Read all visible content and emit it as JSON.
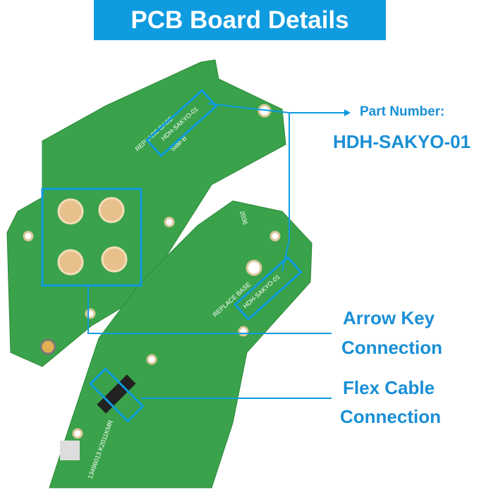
{
  "banner": {
    "title": "PCB Board Details"
  },
  "callouts": {
    "part_number_label": "Part Number:",
    "part_number_value": "HDH-SAKYO-01",
    "arrow_key_line1": "Arrow Key",
    "arrow_key_line2": "Connection",
    "flex_line1": "Flex Cable",
    "flex_line2": "Connection"
  },
  "board_silkscreen": {
    "top_part": "HDH-SAKYO-01",
    "top_brand": "REPLACE BASE",
    "top_side": "Side-B",
    "bottom_part": "HDH-SAKYO-01",
    "bottom_brand": "REPLACE BASE",
    "bottom_code": "2036",
    "bottom_serial": "13496013 K2011KMR"
  },
  "colors": {
    "accent": "#0e9be0",
    "pcb": "#3aa24a",
    "label": "#1a8fd6"
  }
}
